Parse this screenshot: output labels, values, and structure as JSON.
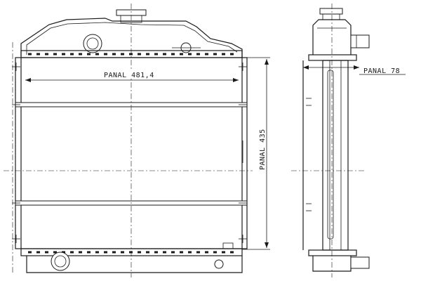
{
  "labels": {
    "width": "PANAL 481,4",
    "height": "PANAL 435",
    "depth": "PANAL 78"
  }
}
